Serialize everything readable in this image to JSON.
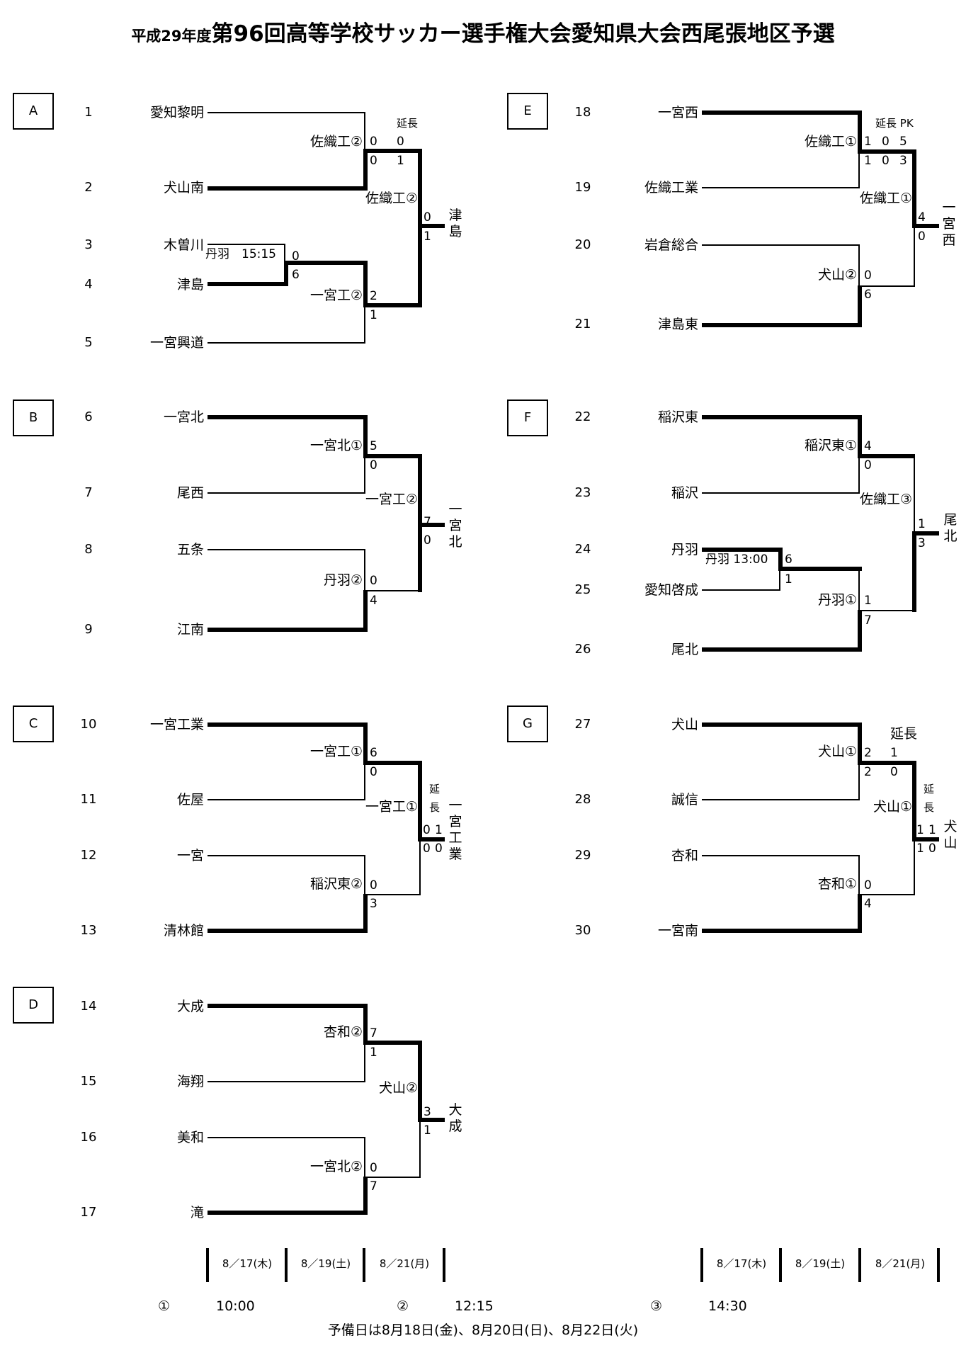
{
  "title": {
    "prefix": "平成29年度",
    "main": "第96回高等学校サッカー選手権大会愛知県大会西尾張地区予選"
  },
  "blocks": {
    "a": {
      "label": "A",
      "nums": [
        "1",
        "2",
        "3",
        "4",
        "5"
      ],
      "teams": [
        "愛知黎明",
        "犬山南",
        "木曽川",
        "津島",
        "一宮興道"
      ],
      "match_r1": "佐織工②",
      "match_r1b": "一宮工②",
      "match_r2": "佐織工②",
      "prelim_label": "丹羽　15:15",
      "scores": {
        "r1_top": "0",
        "r1_bot": "0",
        "r1_et_top": "0",
        "r1_et_bot": "1",
        "et": "延長",
        "pre_top": "0",
        "pre_bot": "6",
        "r1b_top": "2",
        "r1b_bot": "1",
        "fin_top": "0",
        "fin_bot": "1"
      },
      "champion": [
        "津",
        "島"
      ]
    },
    "b": {
      "label": "B",
      "nums": [
        "6",
        "7",
        "8",
        "9"
      ],
      "teams": [
        "一宮北",
        "尾西",
        "五条",
        "江南"
      ],
      "match_r1": "一宮北①",
      "match_r1b": "丹羽②",
      "match_r2": "一宮工②",
      "scores": {
        "r1_top": "5",
        "r1_bot": "0",
        "r1b_top": "0",
        "r1b_bot": "4",
        "fin_top": "7",
        "fin_bot": "0"
      },
      "champion": [
        "一",
        "宮",
        "北"
      ]
    },
    "c": {
      "label": "C",
      "nums": [
        "10",
        "11",
        "12",
        "13"
      ],
      "teams": [
        "一宮工業",
        "佐屋",
        "一宮",
        "清林館"
      ],
      "match_r1": "一宮工①",
      "match_r1b": "稲沢東②",
      "match_r2": "一宮工①",
      "scores": {
        "r1_top": "6",
        "r1_bot": "0",
        "r1b_top": "0",
        "r1b_bot": "3",
        "fin_top": "0",
        "fin_bot": "0",
        "fin_et_top": "1",
        "fin_et_bot": "0",
        "et1": "延",
        "et2": "長"
      },
      "champion": [
        "一",
        "宮",
        "工",
        "業"
      ]
    },
    "d": {
      "label": "D",
      "nums": [
        "14",
        "15",
        "16",
        "17"
      ],
      "teams": [
        "大成",
        "海翔",
        "美和",
        "滝"
      ],
      "match_r1": "杏和②",
      "match_r1b": "一宮北②",
      "match_r2": "犬山②",
      "scores": {
        "r1_top": "7",
        "r1_bot": "1",
        "r1b_top": "0",
        "r1b_bot": "7",
        "fin_top": "3",
        "fin_bot": "1"
      },
      "champion": [
        "大",
        "成"
      ]
    },
    "e": {
      "label": "E",
      "nums": [
        "18",
        "19",
        "20",
        "21"
      ],
      "teams": [
        "一宮西",
        "佐織工業",
        "岩倉総合",
        "津島東"
      ],
      "match_r1": "佐織工①",
      "match_r1b": "犬山②",
      "match_r2": "佐織工①",
      "scores": {
        "r1_top": "1",
        "r1_bot": "1",
        "r1_et_top": "0",
        "r1_et_bot": "0",
        "r1_pk_top": "5",
        "r1_pk_bot": "3",
        "et_pk": "延長 PK",
        "r1b_top": "0",
        "r1b_bot": "6",
        "fin_top": "4",
        "fin_bot": "0"
      },
      "champion": [
        "一",
        "宮",
        "西"
      ]
    },
    "f": {
      "label": "F",
      "nums": [
        "22",
        "23",
        "24",
        "25",
        "26"
      ],
      "teams": [
        "稲沢東",
        "稲沢",
        "丹羽",
        "愛知啓成",
        "尾北"
      ],
      "match_r1": "稲沢東①",
      "match_r1b": "丹羽①",
      "match_r2": "佐織工③",
      "prelim_label": "丹羽 13:00",
      "scores": {
        "r1_top": "4",
        "r1_bot": "0",
        "pre_top": "6",
        "pre_bot": "1",
        "r1b_top": "1",
        "r1b_bot": "7",
        "fin_top": "1",
        "fin_bot": "3"
      },
      "champion": [
        "尾",
        "北"
      ]
    },
    "g": {
      "label": "G",
      "nums": [
        "27",
        "28",
        "29",
        "30"
      ],
      "teams": [
        "犬山",
        "誠信",
        "杏和",
        "一宮南"
      ],
      "match_r1": "犬山①",
      "match_r1b": "杏和①",
      "match_r2": "犬山①",
      "scores": {
        "r1_top": "2",
        "r1_bot": "2",
        "r1_et_top": "1",
        "r1_et_bot": "0",
        "et": "延長",
        "r1b_top": "0",
        "r1b_bot": "4",
        "fin_top": "1",
        "fin_bot": "1",
        "fin_et_top": "1",
        "fin_et_bot": "0",
        "et1": "延",
        "et2": "長"
      },
      "champion": [
        "犬",
        "山"
      ]
    }
  },
  "dates": [
    "8／17(木)",
    "8／19(土)",
    "8／21(月)"
  ],
  "times": [
    {
      "mark": "①",
      "time": "10:00"
    },
    {
      "mark": "②",
      "time": "12:15"
    },
    {
      "mark": "③",
      "time": "14:30"
    }
  ],
  "reserve_days": "予備日は8月18日(金)、8月20日(日)、8月22日(火)"
}
